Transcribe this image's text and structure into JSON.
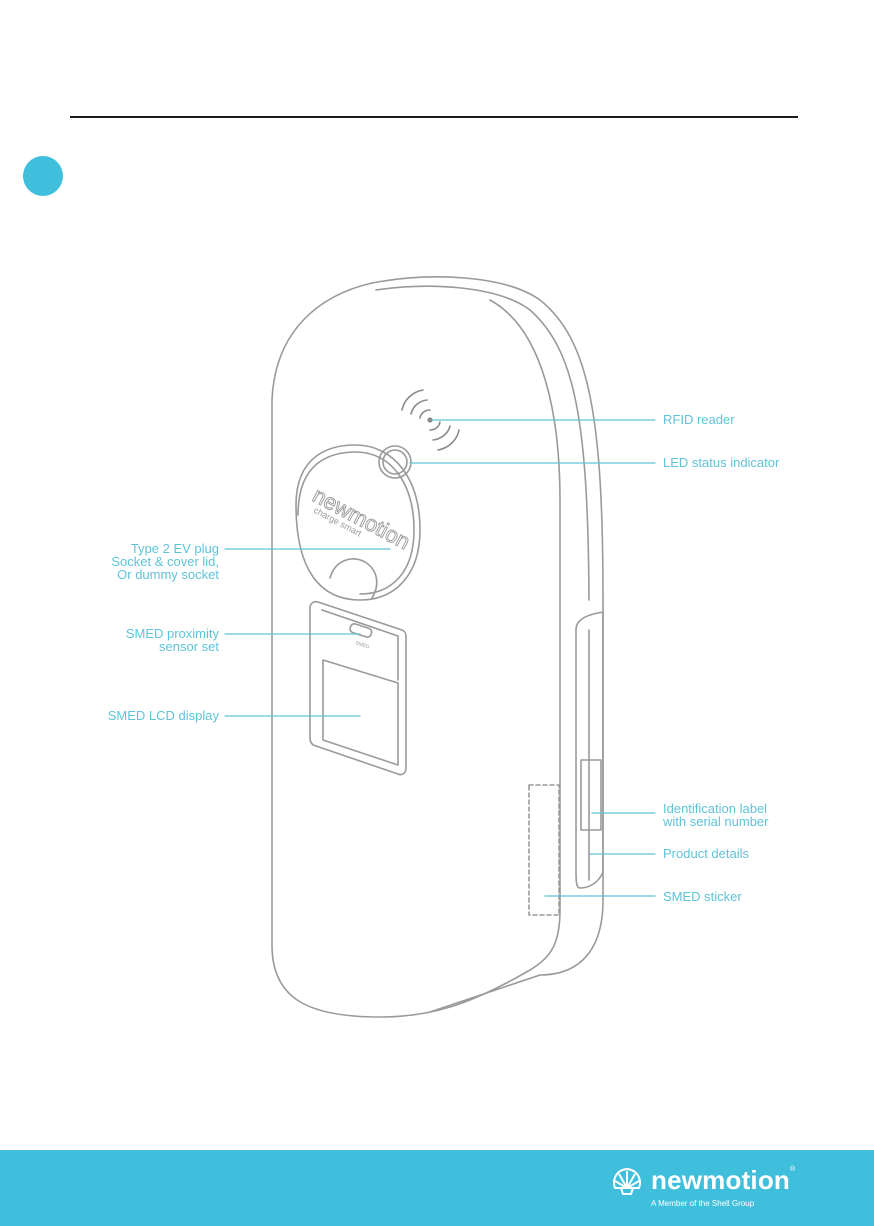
{
  "labels": {
    "rfid_reader": "RFID reader",
    "led_status": "LED status indicator",
    "type2_plug": "Type 2 EV plug\nSocket & cover lid,\nOr dummy socket",
    "smed_proximity": "SMED proximity\nsensor set",
    "smed_lcd": "SMED LCD display",
    "identification_label": "Identification label\nwith serial number",
    "product_details": "Product details",
    "smed_sticker": "SMED sticker"
  },
  "device": {
    "logo_text": "newmotion",
    "logo_tagline": "charge smart",
    "smed_mark": "SMED"
  },
  "footer": {
    "brand": "newmotion",
    "trademark": "®",
    "tagline": "A Member of the Shell Group"
  },
  "colors": {
    "accent": "#3fbfdc",
    "label": "#5fc3d8",
    "outline": "#9a9a9a"
  }
}
